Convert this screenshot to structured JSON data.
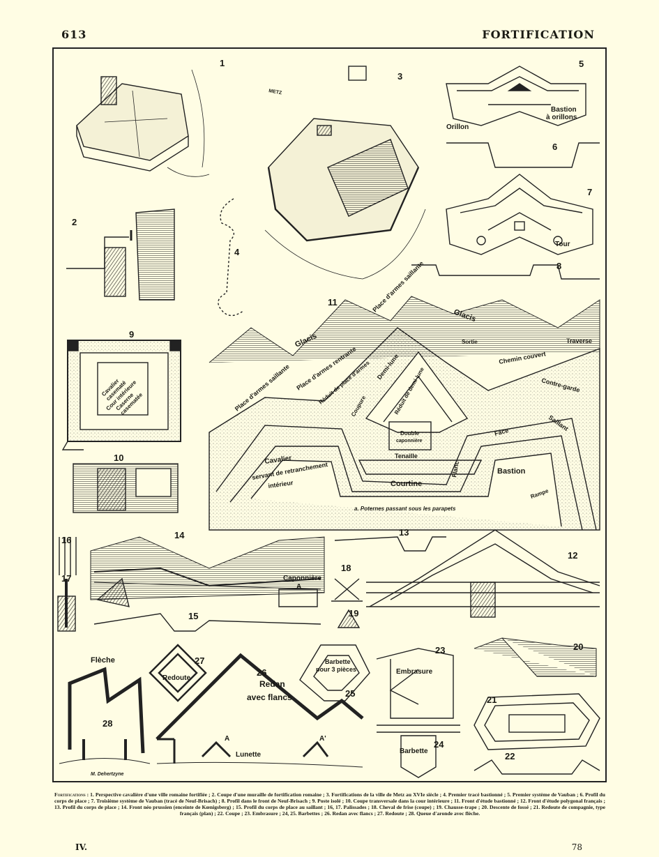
{
  "header": {
    "page_number": "613",
    "title": "FORTIFICATION"
  },
  "figures": {
    "numbers": [
      "1",
      "2",
      "3",
      "4",
      "5",
      "6",
      "7",
      "8",
      "9",
      "10",
      "11",
      "12",
      "13",
      "14",
      "15",
      "16",
      "17",
      "18",
      "19",
      "20",
      "21",
      "22",
      "23",
      "24",
      "25",
      "26",
      "27",
      "28"
    ],
    "fig3_inscription": "METZ",
    "fig5": {
      "bastion": "Bastion",
      "orillons": "à orillons",
      "orillon": "Orillon"
    },
    "fig7": {
      "tour": "Tour"
    },
    "fig9": {
      "l1": "Cavalier",
      "l2": "casematé",
      "l3": "Cour intérieure",
      "l4": "Caserne",
      "l5": "casematée"
    },
    "fig11": {
      "place_armes_saillante_top": "Place d'armes saillante",
      "place_armes_saillante_left": "Place d'armes saillante",
      "glacis_left": "Glacis",
      "glacis_right": "Glacis",
      "place_armes_rentrante": "Place d'armes rentrante",
      "reduit_place_armes": "Réduit de place d'armes",
      "coupure": "Coupure",
      "demi_lune": "Demi-lune",
      "reduit_demi_lune": "Réduit de demi-lune",
      "sortie": "Sortie",
      "chemin_couvert": "Chemin couvert",
      "traverse": "Traverse",
      "contre_garde": "Contre-garde",
      "saillant": "Saillant",
      "face": "Face",
      "flanc": "Flanc",
      "bastion": "Bastion",
      "double_caponniere_1": "Double",
      "double_caponniere_2": "caponnière",
      "tenaille": "Tenaille",
      "courtine": "Courtine",
      "cavalier_1": "Cavalier",
      "cavalier_2": "servant de retranchement",
      "cavalier_3": "intérieur",
      "rampe": "Rampe",
      "poternes_note": "a. Poternes passant sous les parapets"
    },
    "fig14": {
      "caponniere": "Caponnière",
      "a": "A"
    },
    "fig23": {
      "embrasure": "Embrasure"
    },
    "fig24": {
      "barbette": "Barbette"
    },
    "fig25": {
      "barbette": "Barbette",
      "pieces": "pour 3 pièces"
    },
    "fig26": {
      "redan": "Redan",
      "flancs": "avec flancs",
      "lunette": "Lunette",
      "a": "A",
      "a_prime": "A'"
    },
    "fig27": {
      "redoute": "Redoute"
    },
    "fig28": {
      "fleche": "Flèche"
    },
    "signature": "M. Dehertzyne"
  },
  "caption": {
    "lead": "Fortifications",
    "text": " : 1. Perspective cavalière d'une ville romaine fortifiée ; 2. Coupe d'une muraille de fortification romaine ; 3. Fortifications de la ville de Metz au XVIe siècle ; 4. Premier tracé bastionné ; 5. Premier système de Vauban ; 6. Profil du corps de place ; 7. Troisième système de Vauban (tracé de Neuf-Brisach) ; 8. Profil dans le front de Neuf-Brisach ; 9. Poste isolé ; 10. Coupe transversale dans la cour intérieure ; 11. Front d'étude bastionné ; 12. Front d'étude polygonal français ; 13. Profil du corps de place ; 14. Front néo prussien (enceinte de Kœnigsberg) ; 15. Profil du corps de place au saillant ; 16, 17. Palissades ; 18. Cheval de frise (coupe) ; 19. Chausse-trape ; 20. Descente de fossé ; 21. Redoute de compagnie, type français (plan) ; 22. Coupe ; 23. Embrasure ; 24, 25. Barbettes ; 26. Redan avec flancs ; 27. Redoute ; 28. Queue d'aronde avec flèche."
  },
  "footer": {
    "volume": "IV.",
    "sheet": "78"
  }
}
